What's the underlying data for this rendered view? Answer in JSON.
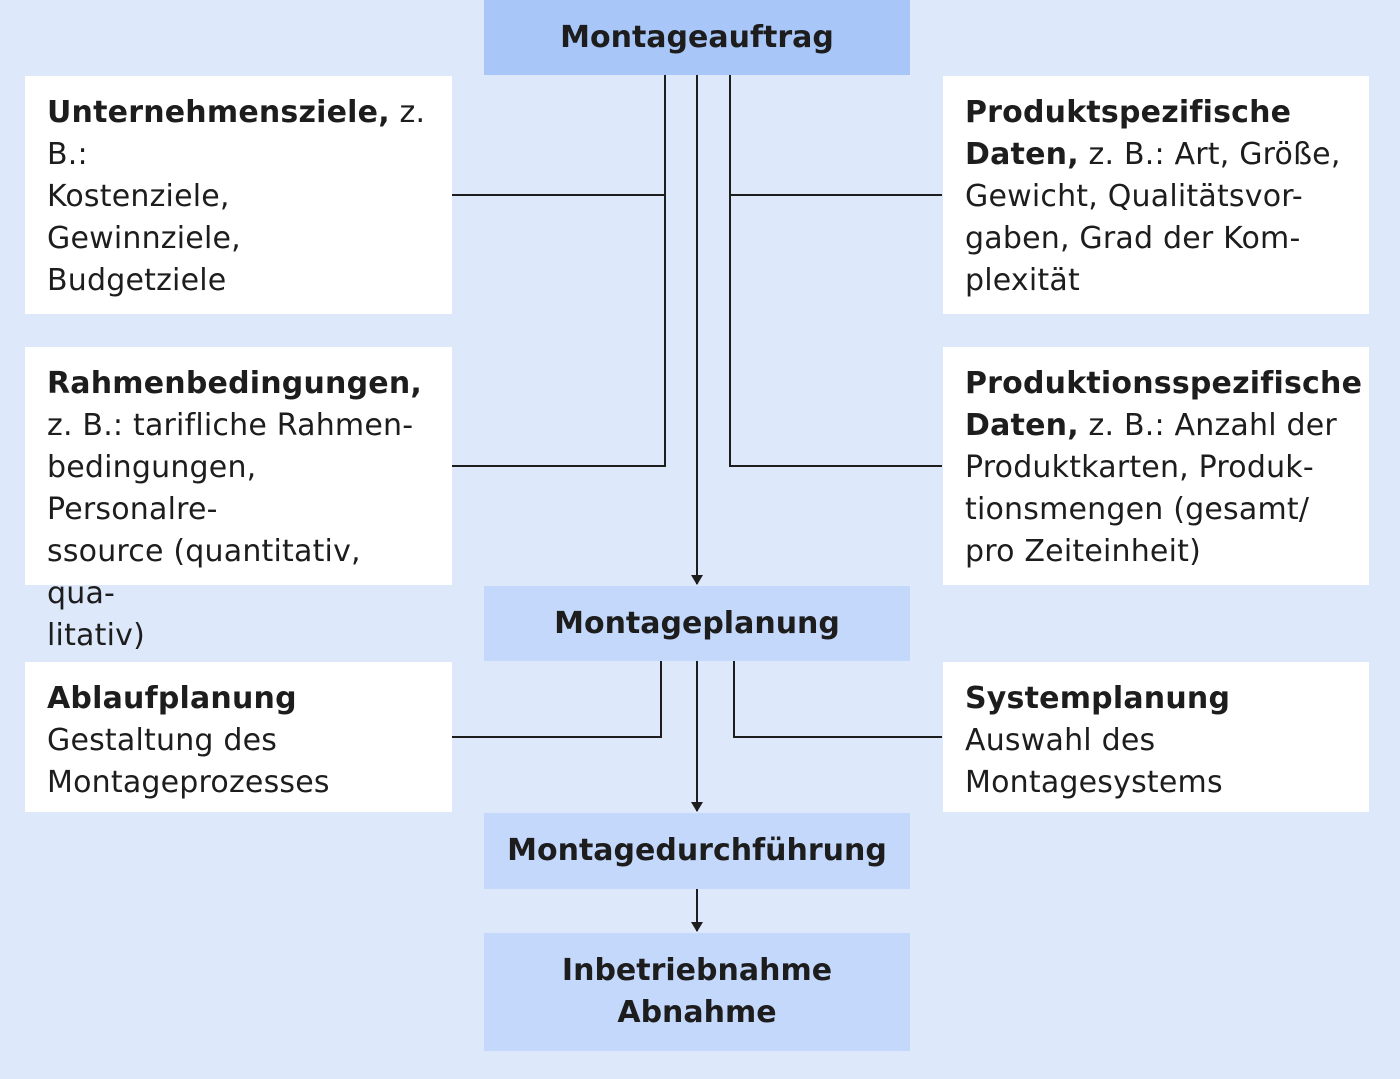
{
  "stages": {
    "auftrag": "Montageauftrag",
    "planung": "Montageplanung",
    "durchfuehrung": "Montagedurchführung",
    "inbetriebnahme": [
      "Inbetriebnahme",
      "Abnahme"
    ]
  },
  "inputs": {
    "unternehmensziele": {
      "label": "Unternehmensziele,",
      "lines": [
        " z. B.:",
        "Kostenziele, Gewinnziele,",
        "Budgetziele"
      ]
    },
    "rahmenbedingungen": {
      "label": "Rahmenbedingungen,",
      "lines": [
        "z. B.: tarifliche Rahmen-",
        "bedingungen, Personalre-",
        "ssource (quantitativ, qua-",
        "litativ)"
      ]
    },
    "produktspezifisch": {
      "label_line1": "Produktspezifische",
      "label_line2": "Daten,",
      "lines": [
        " z. B.: Art, Größe,",
        "Gewicht, Qualitätsvor-",
        "gaben, Grad der Kom-",
        "plexität"
      ]
    },
    "produktionsspezifisch": {
      "label_line1": "Produktionsspezifische",
      "label_line2": "Daten,",
      "lines": [
        " z. B.: Anzahl der",
        "Produktkarten, Produk-",
        "tionsmengen (gesamt/",
        "pro Zeiteinheit)"
      ]
    }
  },
  "outputs": {
    "ablaufplanung": {
      "label": "Ablaufplanung",
      "lines": [
        "Gestaltung des",
        "Montageprozesses"
      ]
    },
    "systemplanung": {
      "label": "Systemplanung",
      "lines": [
        "Auswahl des",
        "Montagesystems"
      ]
    }
  }
}
